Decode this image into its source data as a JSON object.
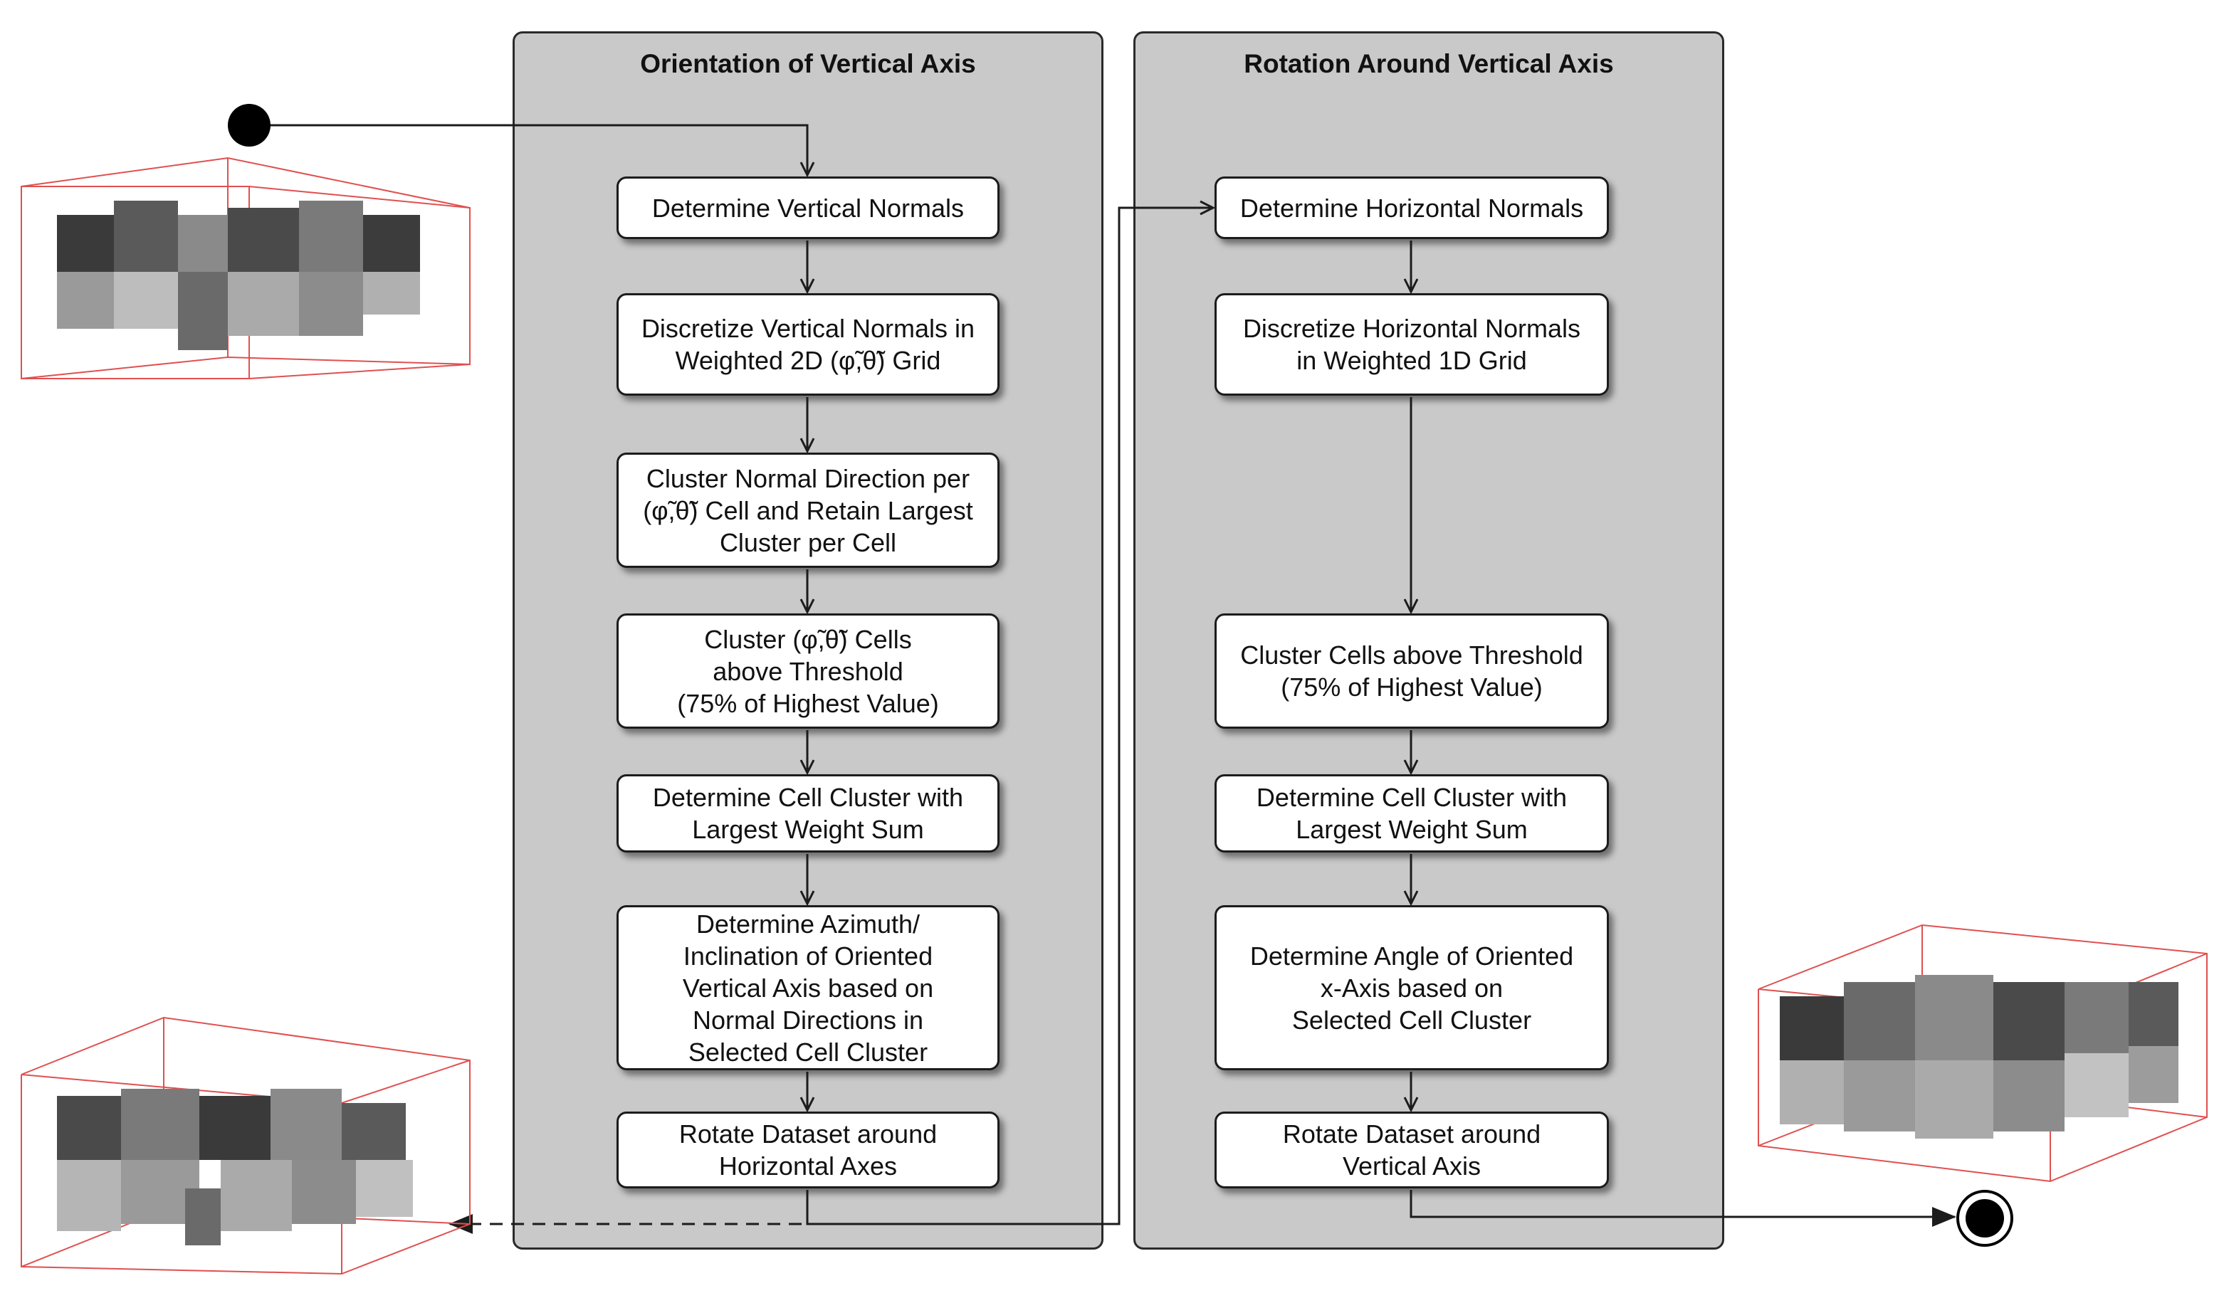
{
  "lanes": {
    "vertical": {
      "title": "Orientation of Vertical Axis"
    },
    "rotation": {
      "title": "Rotation Around Vertical Axis"
    }
  },
  "vertical_steps": [
    "Determine Vertical Normals",
    "Discretize Vertical Normals in\nWeighted 2D (φ̃,θ̃) Grid",
    "Cluster Normal Direction per\n(φ̃,θ̃) Cell and Retain Largest\nCluster per Cell",
    "Cluster (φ̃,θ̃) Cells\nabove Threshold\n(75% of Highest Value)",
    "Determine Cell Cluster with\nLargest Weight Sum",
    "Determine Azimuth/\nInclination of Oriented\nVertical Axis based on\nNormal Directions in\nSelected Cell Cluster",
    "Rotate Dataset around\nHorizontal Axes"
  ],
  "horizontal_steps": [
    "Determine Horizontal Normals",
    "Discretize Horizontal Normals\nin Weighted 1D Grid",
    "Cluster Cells above Threshold\n(75% of Highest Value)",
    "Determine Cell Cluster with\nLargest Weight Sum",
    "Determine Angle of Oriented\nx-Axis based on\nSelected Cell Cluster",
    "Rotate Dataset around\nVertical Axis"
  ],
  "colors": {
    "lane_fill": "#c9c9c9",
    "node_fill": "#ffffff",
    "stroke": "#1c1c1c",
    "bbox_red": "#e05050",
    "building_dark": "#3a3a3a",
    "building_light": "#bdbdbd"
  }
}
